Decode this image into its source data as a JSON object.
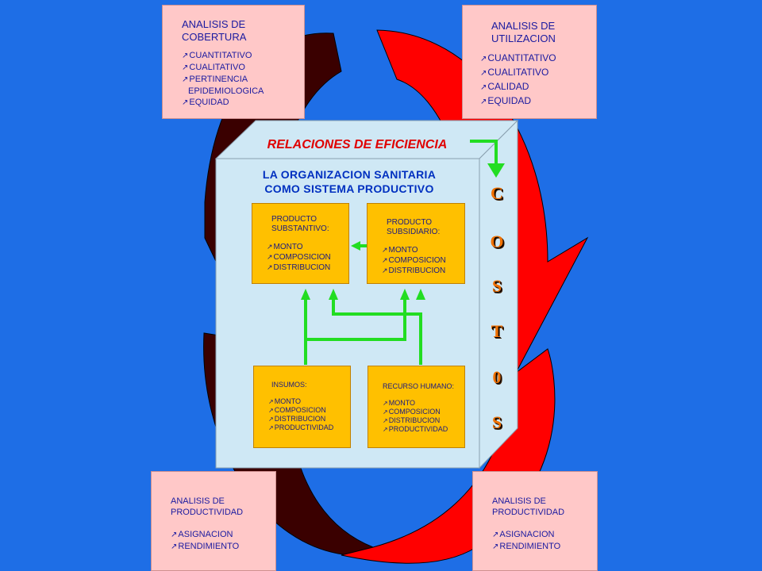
{
  "colors": {
    "background": "#1e6ee6",
    "dark_arrow": "#3a0000",
    "red_arrow": "#ff0000",
    "box_fill": "#ffc8c8",
    "cube_fill": "#cfe8f5",
    "card_fill": "#ffc000",
    "connector": "#22dd22"
  },
  "top_left": {
    "title_line1": "ANALISIS DE",
    "title_line2": "COBERTURA",
    "items": [
      "CUANTITATIVO",
      "CUALITATIVO",
      "PERTINENCIA"
    ],
    "sub_item": "EPIDEMIOLOGICA",
    "last_item": "EQUIDAD"
  },
  "top_right": {
    "title_line1": "ANALISIS DE",
    "title_line2": "UTILIZACION",
    "items": [
      "CUANTITATIVO",
      "CUALITATIVO",
      "CALIDAD",
      "EQUIDAD"
    ]
  },
  "bottom_left": {
    "title_line1": "ANALISIS DE",
    "title_line2": "PRODUCTIVIDAD",
    "items": [
      "ASIGNACION",
      "RENDIMIENTO"
    ]
  },
  "bottom_right": {
    "title_line1": "ANALISIS DE",
    "title_line2": "PRODUCTIVIDAD",
    "items": [
      "ASIGNACION",
      "RENDIMIENTO"
    ]
  },
  "center": {
    "relations_title": "RELACIONES DE EFICIENCIA",
    "org_line1": "LA ORGANIZACION SANITARIA",
    "org_line2": "COMO SISTEMA PRODUCTIVO"
  },
  "cards": {
    "substantive": {
      "line1": "PRODUCTO",
      "line2": "SUBSTANTIVO:",
      "items": [
        "MONTO",
        "COMPOSICION",
        "DISTRIBUCION"
      ]
    },
    "subsidiary": {
      "line1": "PRODUCTO",
      "line2": "SUBSIDIARIO:",
      "items": [
        "MONTO",
        "COMPOSICION",
        "DISTRIBUCION"
      ]
    },
    "inputs": {
      "title": "INSUMOS:",
      "items": [
        "MONTO",
        "COMPOSICION",
        "DISTRIBUCION",
        "PRODUCTIVIDAD"
      ]
    },
    "human": {
      "title": "RECURSO HUMANO:",
      "items": [
        "MONTO",
        "COMPOSICION",
        "DISTRIBUCION",
        "PRODUCTIVIDAD"
      ]
    }
  },
  "costs_letters": [
    "C",
    "O",
    "S",
    "T",
    "0",
    "S"
  ]
}
